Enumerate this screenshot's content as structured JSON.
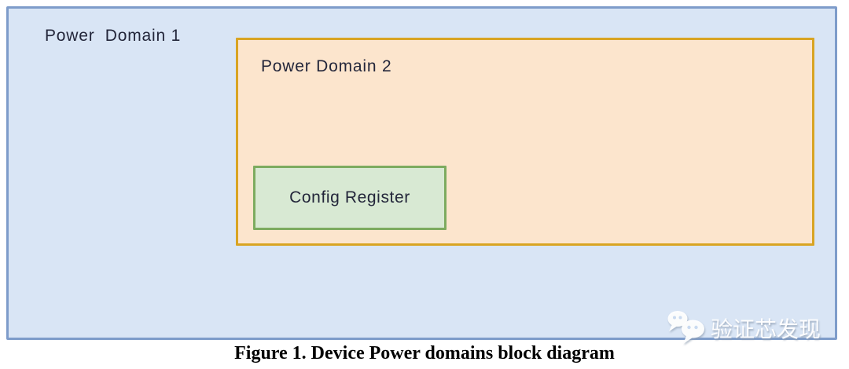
{
  "figure": {
    "caption": "Figure 1. Device Power domains block diagram"
  },
  "diagram": {
    "power_domain_1_label": "Power  Domain 1",
    "power_domain_2_label": "Power Domain 2",
    "config_register_label": "Config Register"
  },
  "watermark": {
    "text": "验证芯发现",
    "icon": "wechat-chat-bubbles-icon"
  },
  "colors": {
    "domain1_fill": "#d9e5f5",
    "domain1_border": "#7e9cca",
    "domain2_fill": "#fce5cd",
    "domain2_border": "#d9a422",
    "config_fill": "#d8e9d3",
    "config_border": "#7dab5f",
    "label_text": "#23263a",
    "caption_text": "#000000",
    "watermark_text": "#ffffff"
  }
}
